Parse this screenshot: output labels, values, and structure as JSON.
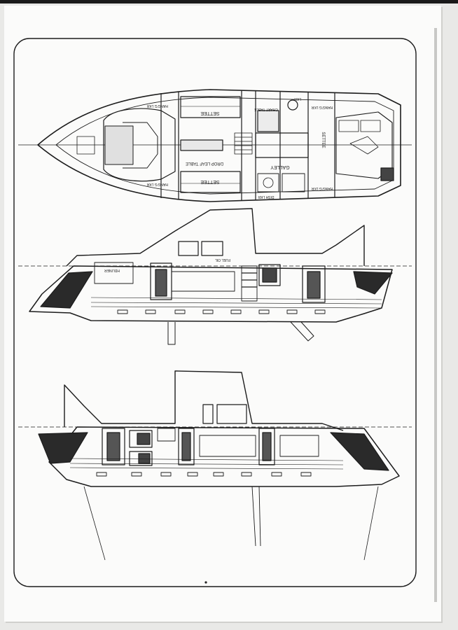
{
  "plan": {
    "labels": {
      "hanging_locker_1": "HANG'G LKR",
      "hanging_locker_2": "HANG'G LKR",
      "hanging_locker_3": "HANG'G LKR",
      "hanging_locker_4": "HANG'G LKR",
      "settee_1": "SETTEE",
      "settee_2": "SETTEE",
      "settee_3": "SETTEE",
      "drop_leaf_table": "DROP LEAF TABLE",
      "galley": "GALLEY",
      "chart_table": "CHART TABLE",
      "dish_locker": "DISH LKR",
      "locker": "LKR"
    }
  },
  "profile": {
    "labels": {
      "head_liner": "HDLINER",
      "fuel_oil": "FUEL OIL"
    }
  }
}
